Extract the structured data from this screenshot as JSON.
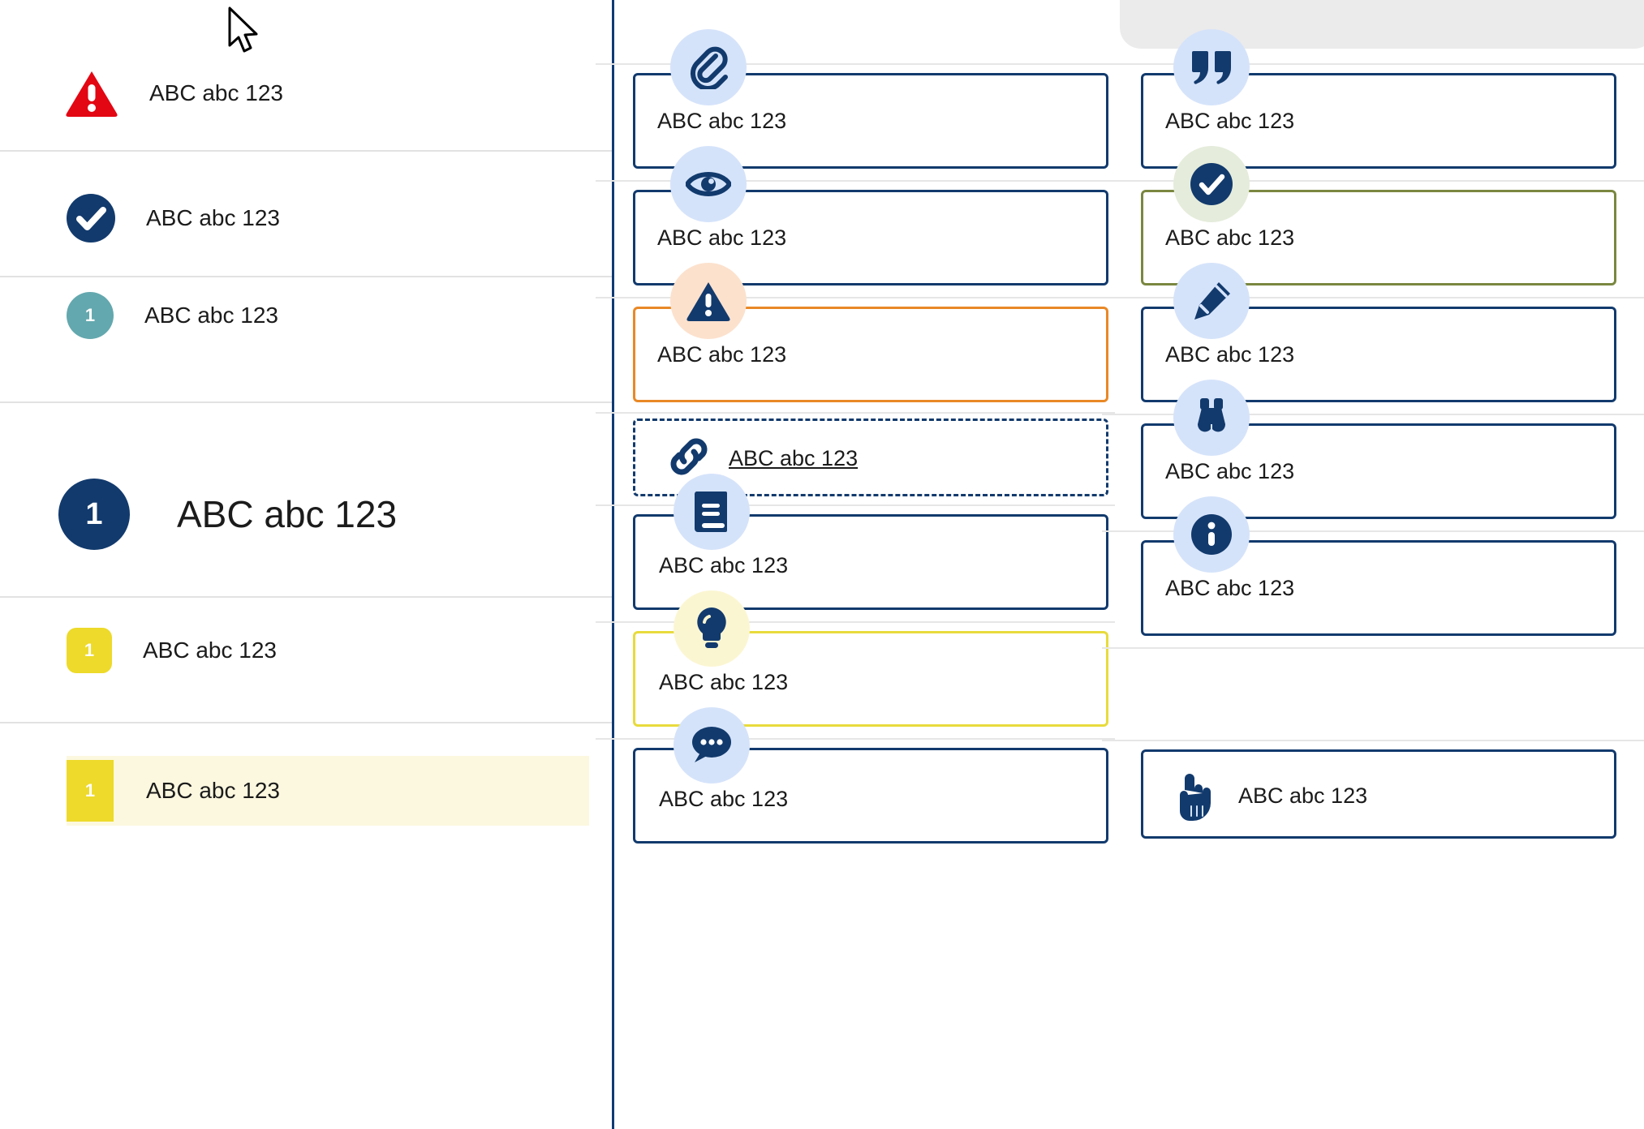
{
  "sidebar": {
    "items": [
      {
        "badge_type": "warning-triangle",
        "badge_text": "",
        "label": "ABC abc 123",
        "icon": "warning-triangle-icon",
        "color": "#e30613"
      },
      {
        "badge_type": "check-circle",
        "badge_text": "",
        "label": "ABC abc 123",
        "icon": "check-circle-icon",
        "color": "#123a6d"
      },
      {
        "badge_type": "number-circle",
        "badge_text": "1",
        "label": "ABC abc 123",
        "icon": "number-badge-icon",
        "color": "#63a8ae"
      },
      {
        "badge_type": "number-circle-large",
        "badge_text": "1",
        "label": "ABC abc 123",
        "icon": "number-badge-icon",
        "color": "#123a6d"
      },
      {
        "badge_type": "number-square",
        "badge_text": "1",
        "label": "ABC abc 123",
        "icon": "number-badge-icon",
        "color": "#edda2a"
      },
      {
        "badge_type": "number-square-highlighted",
        "badge_text": "1",
        "label": "ABC abc 123",
        "icon": "number-badge-icon",
        "color": "#edda2a"
      }
    ]
  },
  "middle_column": {
    "cards": [
      {
        "icon": "paperclip-icon",
        "label": "ABC abc 123",
        "border_color": "#123a6d",
        "bubble_color": "#d5e3fa",
        "style": "solid"
      },
      {
        "icon": "eye-icon",
        "label": "ABC abc 123",
        "border_color": "#123a6d",
        "bubble_color": "#d5e3fa",
        "style": "solid"
      },
      {
        "icon": "warning-triangle-icon",
        "label": "ABC abc 123",
        "border_color": "#e98826",
        "bubble_color": "#fce1cd",
        "style": "solid"
      },
      {
        "icon": "link-icon",
        "label": "ABC abc 123",
        "border_color": "#123a6d",
        "bubble_color": "none",
        "style": "dashed"
      },
      {
        "icon": "book-icon",
        "label": "ABC abc 123",
        "border_color": "#123a6d",
        "bubble_color": "#d5e3fa",
        "style": "solid"
      },
      {
        "icon": "lightbulb-icon",
        "label": "ABC abc 123",
        "border_color": "#e8db3c",
        "bubble_color": "#fbf6d2",
        "style": "solid"
      },
      {
        "icon": "chat-bubble-icon",
        "label": "ABC abc 123",
        "border_color": "#123a6d",
        "bubble_color": "#d5e3fa",
        "style": "solid"
      }
    ]
  },
  "right_column": {
    "cards": [
      {
        "icon": "quote-icon",
        "label": "ABC abc 123",
        "border_color": "#123a6d",
        "bubble_color": "#d5e3fa",
        "style": "solid"
      },
      {
        "icon": "check-circle-icon",
        "label": "ABC abc 123",
        "border_color": "#7a8740",
        "bubble_color": "#e5ecdb",
        "style": "solid"
      },
      {
        "icon": "pencil-icon",
        "label": "ABC abc 123",
        "border_color": "#123a6d",
        "bubble_color": "#d5e3fa",
        "style": "solid"
      },
      {
        "icon": "binoculars-icon",
        "label": "ABC abc 123",
        "border_color": "#123a6d",
        "bubble_color": "#d5e3fa",
        "style": "solid"
      },
      {
        "icon": "info-icon",
        "label": "ABC abc 123",
        "border_color": "#123a6d",
        "bubble_color": "#d5e3fa",
        "style": "solid"
      },
      {
        "icon": "pointing-hand-icon",
        "label": "ABC abc 123",
        "border_color": "#123a6d",
        "bubble_color": "none",
        "style": "solid"
      }
    ]
  },
  "colors": {
    "navy": "#123a6d",
    "red": "#e30613",
    "teal": "#63a8ae",
    "yellow": "#edda2a",
    "orange": "#e98826",
    "olive": "#7a8740",
    "light_blue_bubble": "#d5e3fa",
    "highlight_bg": "#fcf8df"
  }
}
